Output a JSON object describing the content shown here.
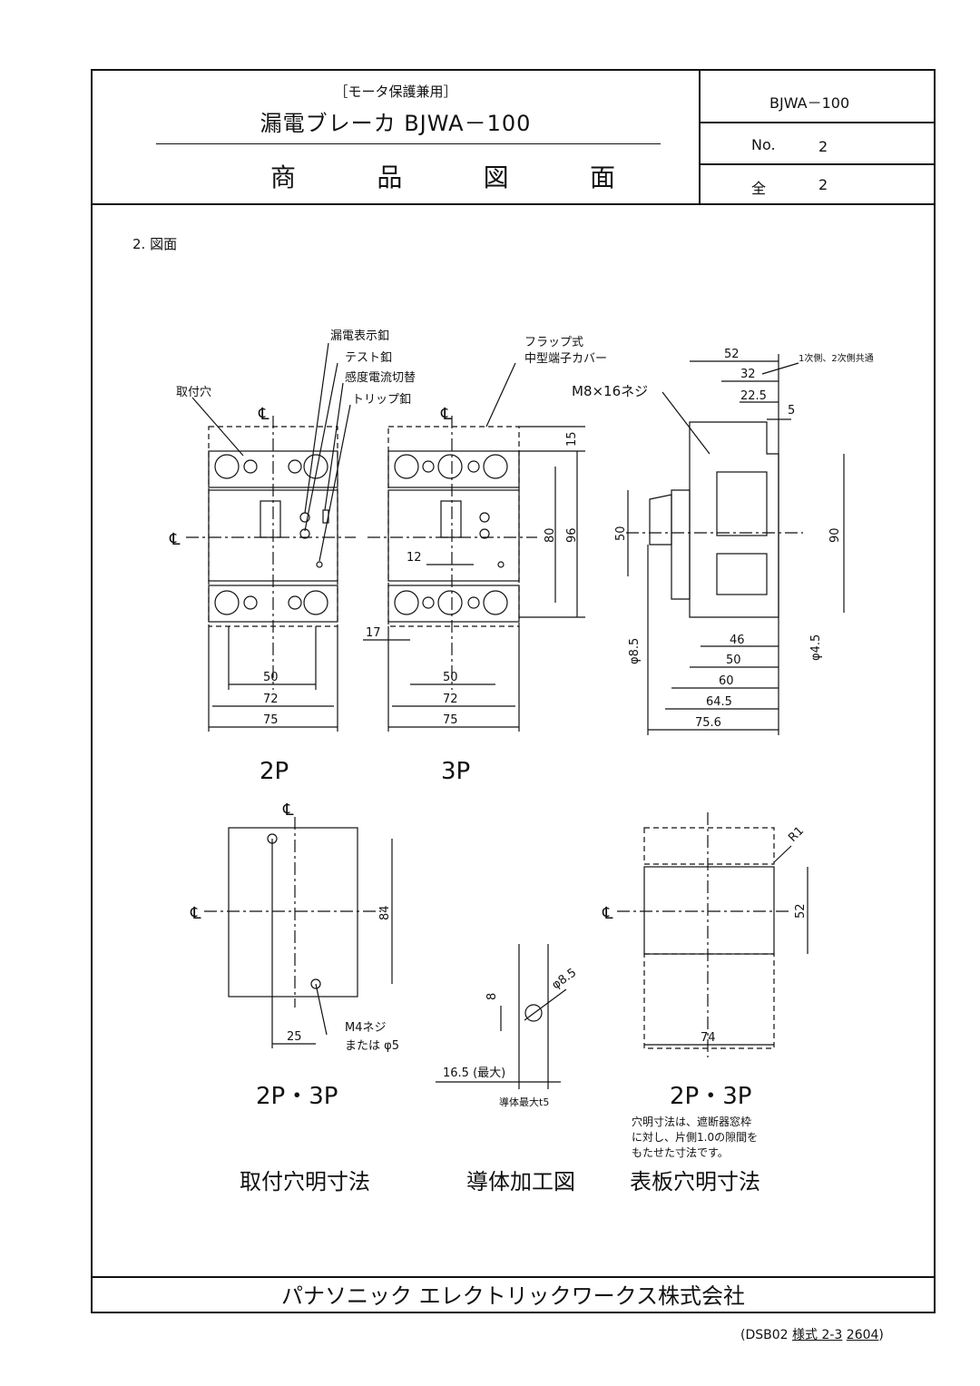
{
  "header": {
    "subtitle": "［モータ保護兼用］",
    "title": "漏電ブレーカ BJWA－100",
    "doc_type": [
      "商",
      "品",
      "図",
      "面"
    ],
    "model": "BJWA－100",
    "no_label": "No.",
    "no_value": "2",
    "total_label": "全",
    "total_value": "2"
  },
  "section_title": "2. 図面",
  "front": {
    "callouts": [
      "漏電表示釦",
      "テスト釦",
      "感度電流切替",
      "トリップ釦"
    ],
    "mount_hole": "取付穴",
    "cover_note": [
      "フラップ式",
      "中型端子カバー"
    ],
    "screw": "M8×16ネジ",
    "dims_2p": [
      "50",
      "72",
      "75"
    ],
    "dims_3p": [
      "50",
      "72",
      "75",
      "12",
      "17",
      "80",
      "96",
      "15"
    ],
    "label_2p": "2P",
    "label_3p": "3P"
  },
  "side": {
    "note": "1次側、2次側共通",
    "top_dims": [
      "52",
      "32",
      "22.5",
      "5"
    ],
    "right_dims": [
      "90",
      "φ4.5"
    ],
    "left_dims": [
      "50",
      "φ8.5"
    ],
    "bottom_dims": [
      "46",
      "50",
      "60",
      "64.5",
      "75.6"
    ]
  },
  "mounting": {
    "dims": [
      "84",
      "25"
    ],
    "screw_note": [
      "M4ネジ",
      "または φ5"
    ],
    "label": "2P・3P",
    "caption": "取付穴明寸法"
  },
  "conductor": {
    "dims": [
      "8",
      "φ8.5",
      "16.5 (最大)"
    ],
    "note": "導体最大t5",
    "caption": "導体加工図"
  },
  "panel": {
    "dims": [
      "R1",
      "52",
      "74"
    ],
    "label": "2P・3P",
    "note": [
      "穴明寸法は、遮断器窓枠",
      "に対し、片側1.0の隙間を",
      "もたせた寸法です。"
    ],
    "caption": "表板穴明寸法"
  },
  "centerline": "℄",
  "footer": "パナソニック エレクトリックワークス株式会社",
  "form_code": {
    "pre": "(DSB02 ",
    "mid": "様式 2-3",
    "sp": " ",
    "num": "2604",
    "post": ")"
  }
}
